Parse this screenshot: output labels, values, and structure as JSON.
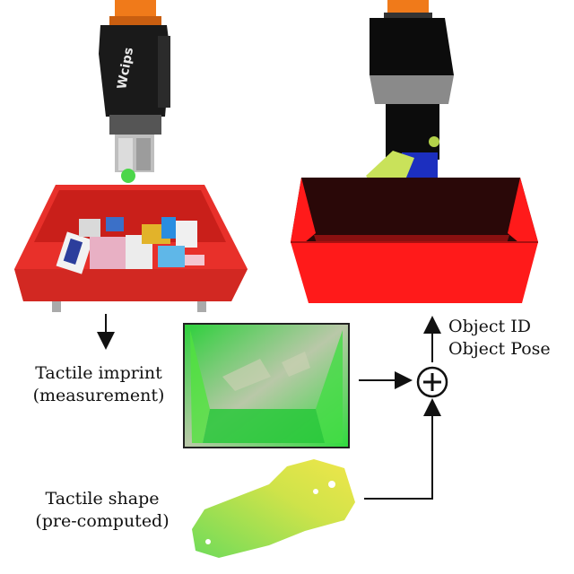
{
  "labels": {
    "tactile_imprint_line1": "Tactile imprint",
    "tactile_imprint_line2": "(measurement)",
    "tactile_shape_line1": "Tactile shape",
    "tactile_shape_line2": "(pre-computed)",
    "object_id": "Object ID",
    "object_pose": "Object Pose",
    "gripper_brand": "Wcips"
  },
  "colors": {
    "bin_red": "#e8302a",
    "sim_bin_red": "#ff1a1a",
    "robot_orange": "#f07a1a",
    "imprint_green": "#3fe04a",
    "shape_yellow_green": "#cfe34a"
  },
  "icons": {
    "combine": "circled-plus-icon"
  }
}
